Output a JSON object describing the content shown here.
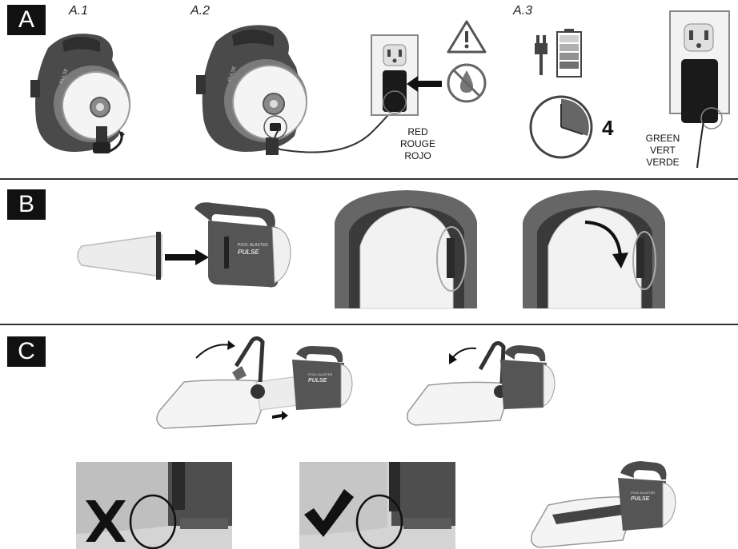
{
  "sections": {
    "a": "A",
    "b": "B",
    "c": "C"
  },
  "steps": {
    "a1": "A.1",
    "a2": "A.2",
    "a3": "A.3"
  },
  "indicator_red": [
    "RED",
    "ROUGE",
    "ROJO"
  ],
  "indicator_green": [
    "GREEN",
    "VERT",
    "VERDE"
  ],
  "charge_time": "4",
  "brand": {
    "line1": "POOL BLASTER",
    "line2": "PULSE"
  },
  "colors": {
    "ink": "#111111",
    "dark_body": "#4a4a4a",
    "light_gray": "#d9d9d9",
    "filter": "#ececec"
  }
}
